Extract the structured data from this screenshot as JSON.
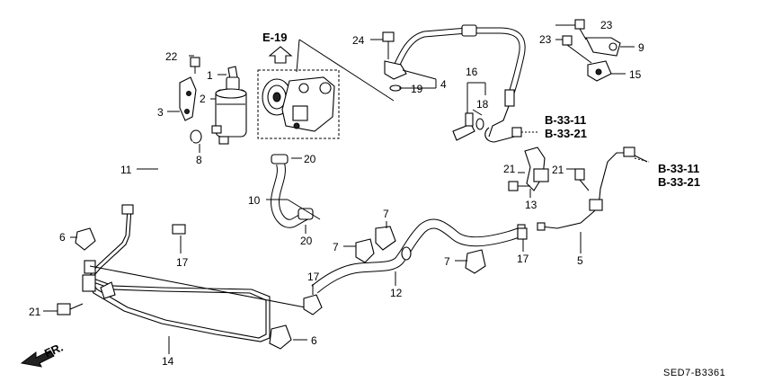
{
  "diagram": {
    "code": "SED7-B3361",
    "front_label": "FR.",
    "references": {
      "pump": "E-19",
      "upper_1": "B-33-11",
      "upper_2": "B-33-21",
      "right_1": "B-33-11",
      "right_2": "B-33-21"
    },
    "callouts": {
      "c1": "1",
      "c2": "2",
      "c3": "3",
      "c4": "4",
      "c5": "5",
      "c6a": "6",
      "c6b": "6",
      "c7a": "7",
      "c7b": "7",
      "c7c": "7",
      "c8": "8",
      "c9": "9",
      "c10": "10",
      "c11": "11",
      "c12": "12",
      "c13": "13",
      "c14": "14",
      "c15": "15",
      "c16": "16",
      "c17a": "17",
      "c17b": "17",
      "c17c": "17",
      "c18": "18",
      "c19": "19",
      "c20a": "20",
      "c20b": "20",
      "c21a": "21",
      "c21b": "21",
      "c21c": "21",
      "c22": "22",
      "c23a": "23",
      "c23b": "23",
      "c24": "24"
    }
  }
}
